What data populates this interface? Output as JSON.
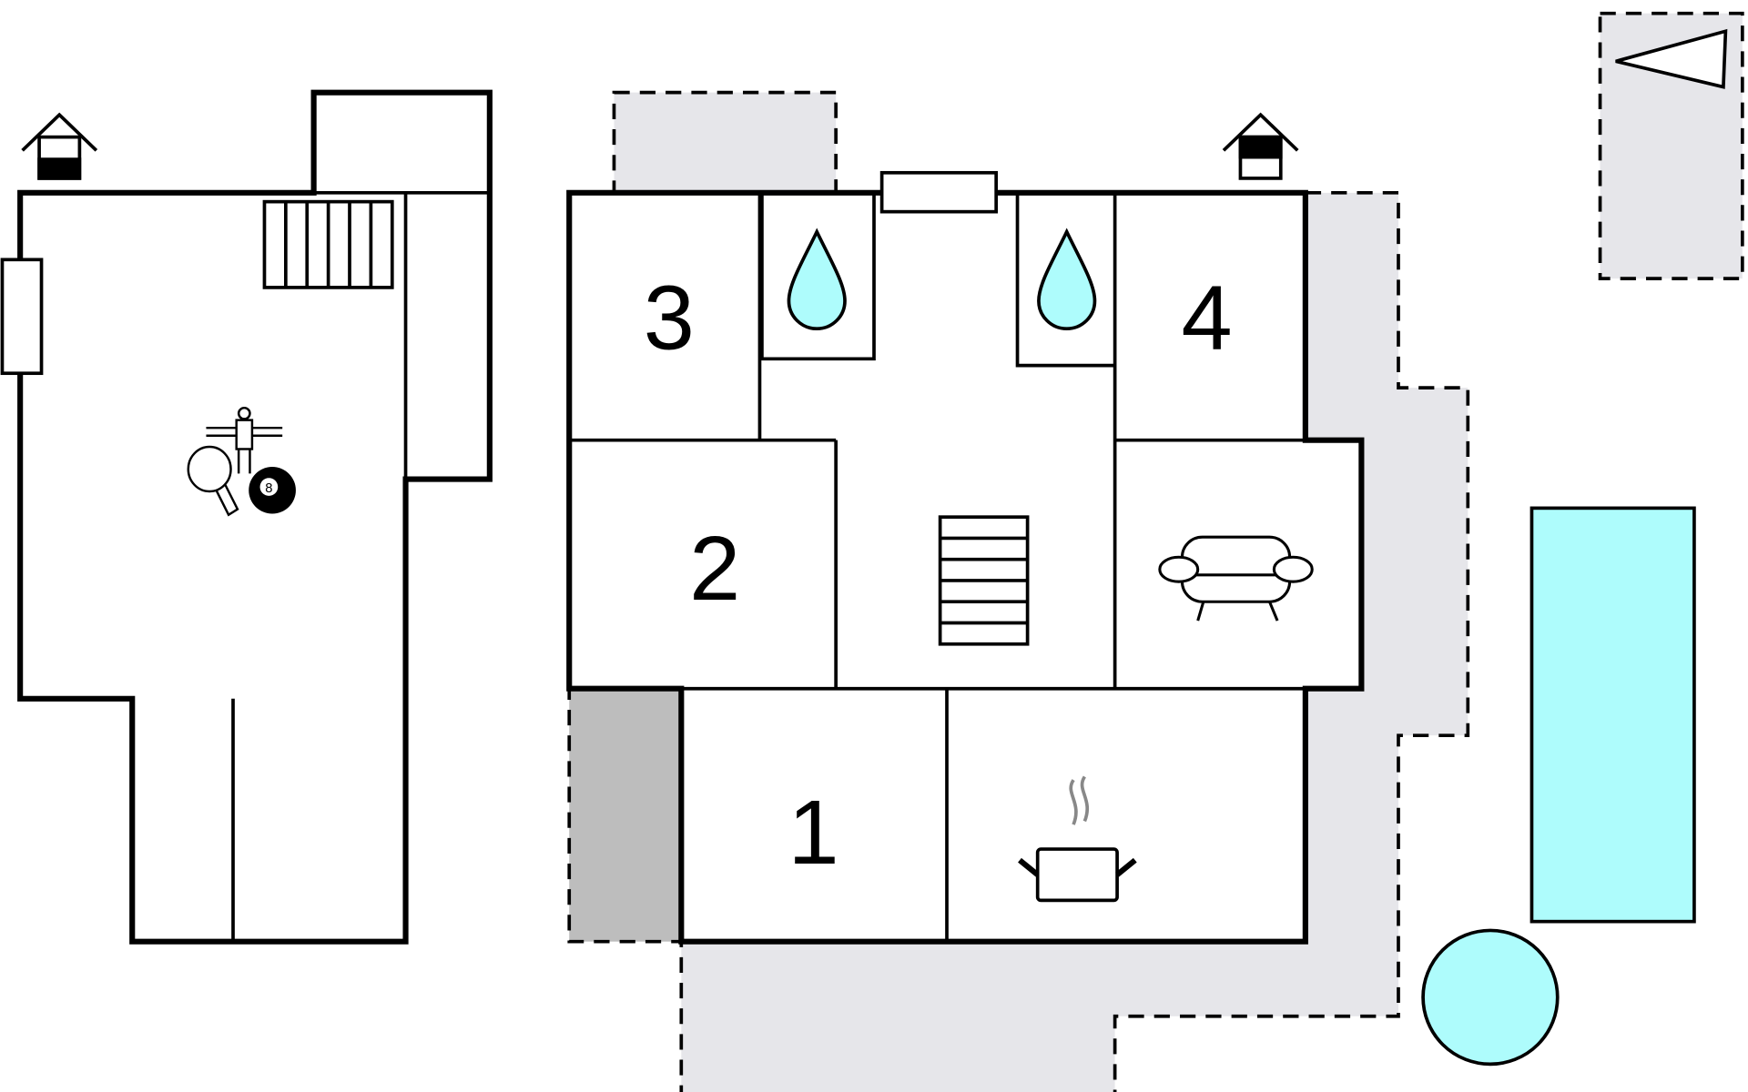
{
  "rooms": {
    "bedroom_1": "1",
    "bedroom_2": "2",
    "bedroom_3": "3",
    "bedroom_4": "4"
  },
  "billiard_ball_number": "8",
  "colors": {
    "water": "#aefcfc",
    "terrace": "#e6e6ea",
    "carport": "#bdbdbd",
    "wall": "#000000"
  },
  "icons": [
    "house-entrance-icon",
    "water-drop-icon",
    "stairs-icon",
    "sofa-icon",
    "cooking-pot-icon",
    "table-football-icon",
    "table-tennis-icon",
    "billiard-ball-icon",
    "compass-north-icon",
    "pool",
    "hot-tub"
  ]
}
